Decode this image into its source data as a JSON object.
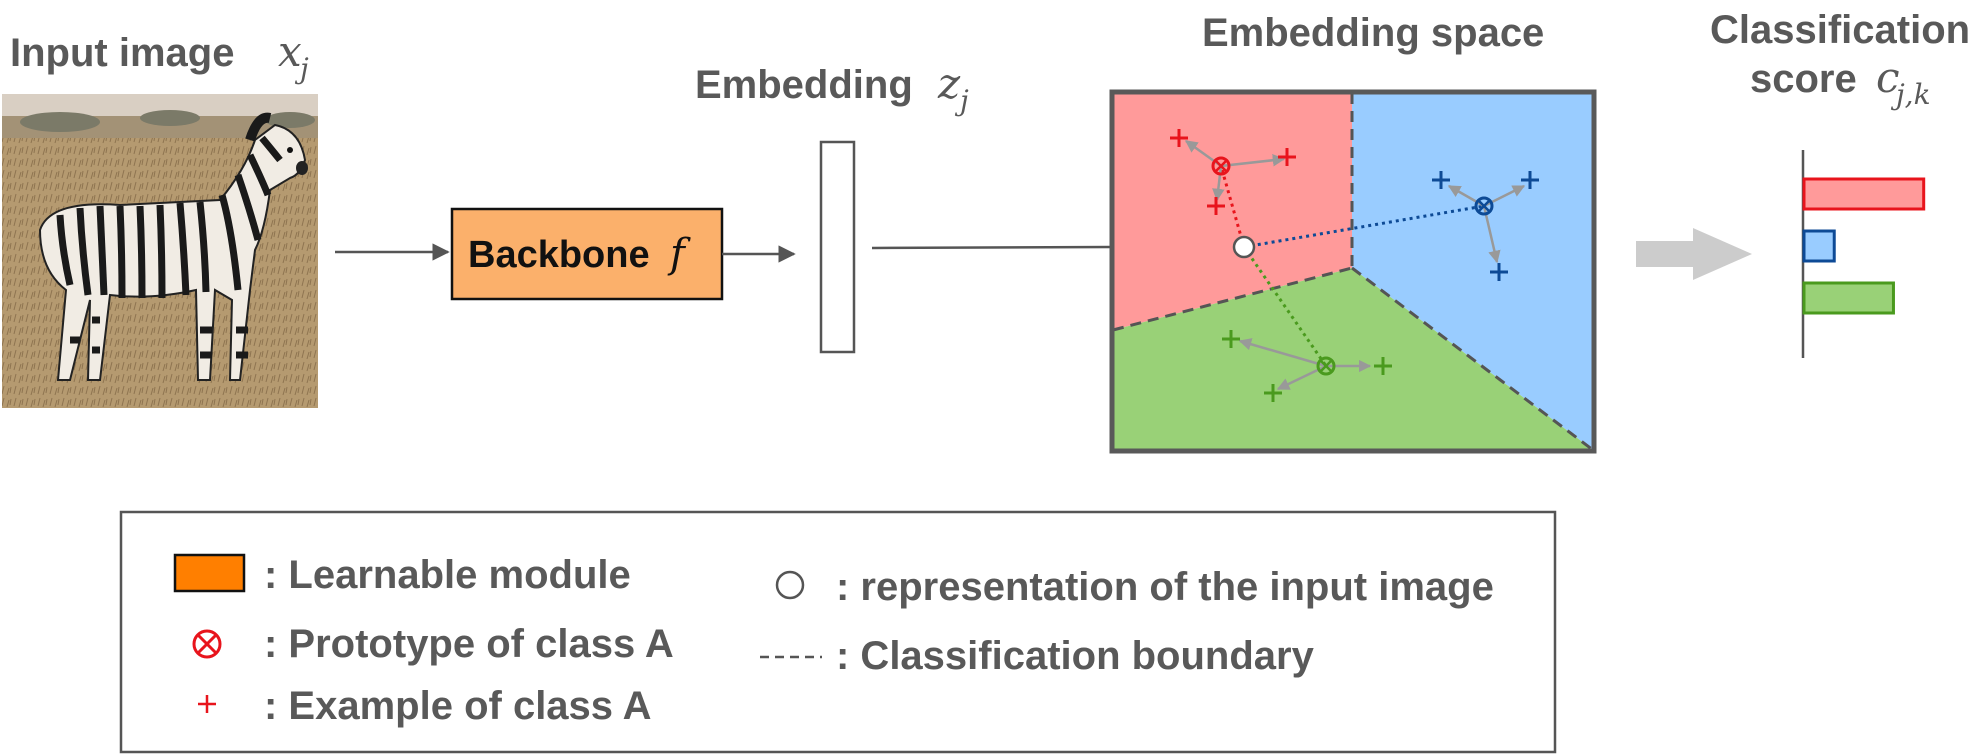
{
  "input": {
    "label": "Input image",
    "symbol": "x",
    "subscript": "j",
    "image_alt": "zebra"
  },
  "backbone": {
    "label": "Backbone",
    "symbol": "f"
  },
  "embedding": {
    "label": "Embedding",
    "symbol": "z",
    "subscript": "j"
  },
  "space": {
    "title": "Embedding space"
  },
  "score": {
    "title_line1": "Classification",
    "title_line2": "score",
    "symbol": "c",
    "subscript": "j,k"
  },
  "legend": {
    "learnable": ": Learnable module",
    "prototype": ": Prototype of class A",
    "example": ": Example of class A",
    "representation": ": representation of the input image",
    "boundary": ": Classification boundary"
  },
  "colors": {
    "module": "#FBB06B",
    "module_legend": "#FF7F00",
    "class_red": "#E8141C",
    "class_blue": "#0D4A96",
    "class_green": "#4A9A1E",
    "region_red": "#FF9A9A",
    "region_blue": "#99CCFF",
    "region_green": "#99D177",
    "text": "#595959"
  },
  "icons": [
    "prototype-otimes-icon",
    "example-plus-icon",
    "input-circle-icon",
    "dashed-line-icon",
    "arrow-right-icon"
  ],
  "score_bars": [
    {
      "class": "red",
      "value": 0.95
    },
    {
      "class": "blue",
      "value": 0.24
    },
    {
      "class": "green",
      "value": 0.71
    }
  ]
}
